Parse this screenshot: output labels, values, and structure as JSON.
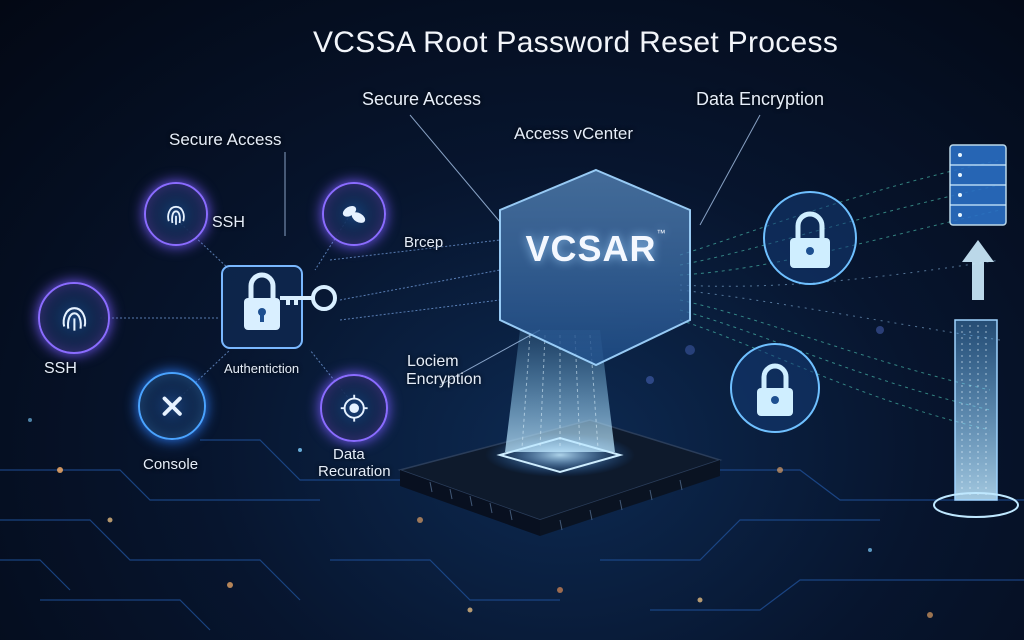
{
  "title": "VCSSA Root Password Reset Process",
  "labels": {
    "secure_access_left": "Secure Access",
    "secure_access_top": "Secure Access",
    "data_encryption": "Data Encryption",
    "access_vcenter": "Access vCenter",
    "ssh_top": "SSH",
    "ssh_left": "SSH",
    "brcep": "Brcep",
    "authentication": "Authentiction",
    "console": "Console",
    "data_recuration_1": "Data",
    "data_recuration_2": "Recuration",
    "lociem_1": "Lociem",
    "lociem_2": "Encryption"
  },
  "hub": {
    "name": "VCSAR",
    "mark": "™"
  },
  "icons": [
    "fingerprint-icon",
    "pills-icon",
    "lock-key-icon",
    "tools-icon",
    "gear-lock-icon",
    "padlock-icon",
    "server-rack-icon",
    "up-arrow-icon"
  ],
  "colors": {
    "accent": "#4aa3ff",
    "purple": "#8a6cff",
    "glow": "#7fd0ff",
    "background": "#07152e"
  }
}
